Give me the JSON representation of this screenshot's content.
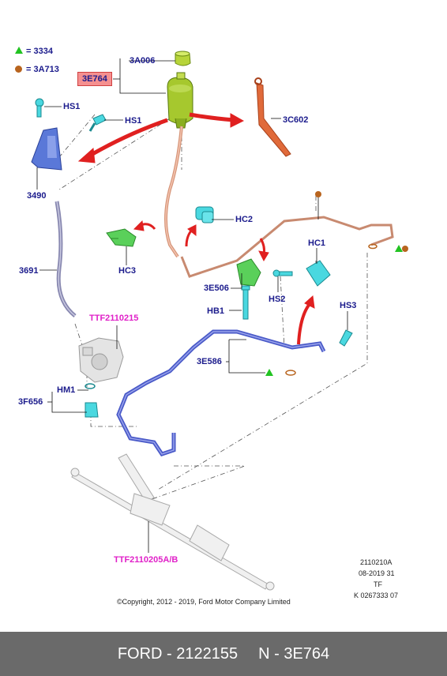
{
  "legend": [
    {
      "symbol": "triangle",
      "color": "#22c322",
      "text": "= 3334"
    },
    {
      "symbol": "circle",
      "color": "#b8641e",
      "text": "= 3A713"
    }
  ],
  "labels": {
    "a3A006": "3A006",
    "a3E764": "3E764",
    "hs1_top": "HS1",
    "hs1_mid": "HS1",
    "a3C602": "3C602",
    "a3490": "3490",
    "hc2": "HC2",
    "hc1": "HC1",
    "a3691": "3691",
    "hc3": "HC3",
    "a3E506": "3E506",
    "hs2": "HS2",
    "hb1": "HB1",
    "hs3": "HS3",
    "ttf_top": "TTF2110215",
    "a3E586": "3E586",
    "hm1": "HM1",
    "a3F656": "3F656",
    "ttf_bottom": "TTF2110205A/B"
  },
  "info_block": [
    "2110210A",
    "08-2019 31",
    "TF",
    "K 0267333 07"
  ],
  "copyright": "©Copyright, 2012 - 2019, Ford Motor Company Limited",
  "footer": {
    "brand_part": "FORD - 2122155",
    "ref": "N - 3E764"
  },
  "colors": {
    "highlight": "#f59090",
    "label": "#1b1b8c",
    "ttf": "#e020c8",
    "arrow": "#e02020",
    "footer_bg": "#6a6a6a"
  }
}
